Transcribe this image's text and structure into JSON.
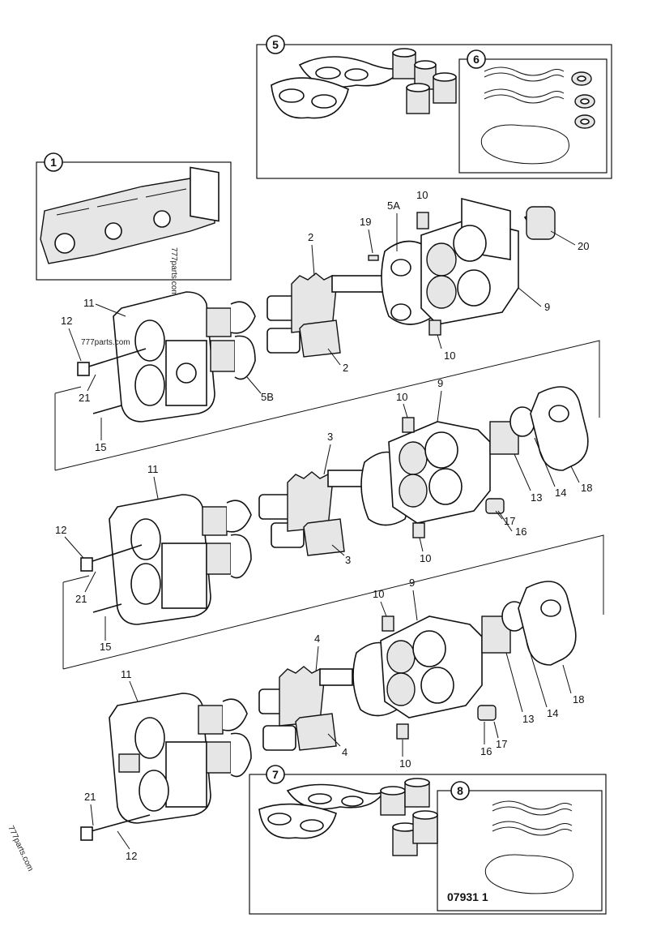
{
  "diagram": {
    "drawing_code": "07931 1",
    "watermarks": [
      "777parts.com",
      "777parts.com",
      "777parts.com"
    ],
    "kits": [
      "1",
      "5",
      "6",
      "7",
      "8"
    ],
    "stage1_labels": [
      "2",
      "2",
      "19",
      "5A",
      "10",
      "10",
      "20",
      "9",
      "11",
      "12",
      "21",
      "15",
      "5B"
    ],
    "stage2_labels": [
      "3",
      "3",
      "10",
      "10",
      "9",
      "11",
      "12",
      "21",
      "15",
      "13",
      "14",
      "17",
      "16",
      "18"
    ],
    "stage3_labels": [
      "4",
      "4",
      "10",
      "10",
      "9",
      "11",
      "21",
      "12",
      "13",
      "14",
      "18",
      "16",
      "17"
    ]
  }
}
